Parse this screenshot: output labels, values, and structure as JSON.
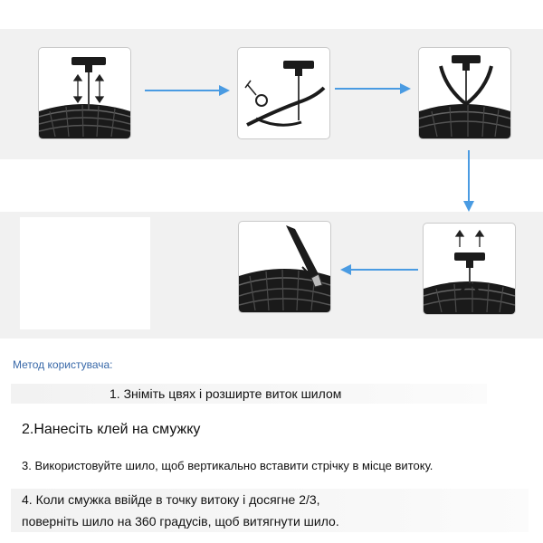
{
  "heading": "Метод користувача:",
  "steps": {
    "step1": "1. Зніміть цвях і розширте виток шилом",
    "step2": "2.Нанесіть клей на смужку",
    "step3": "3. Використовуйте шило, щоб вертикально вставити стрічку в місце витоку.",
    "step4_line1": "4. Коли смужка ввійде в точку витоку і досягне 2/3,",
    "step4_line2": "поверніть шило на 360 градусів, щоб витягнути шило."
  },
  "colors": {
    "arrow": "#4a9be2",
    "band": "#f1f1f1",
    "heading": "#3868a8"
  },
  "panels": [
    {
      "icon": "tire-ream-illustration-icon"
    },
    {
      "icon": "plug-glue-illustration-icon"
    },
    {
      "icon": "tire-insert-plug-illustration-icon"
    },
    {
      "icon": "tire-pull-tool-illustration-icon"
    },
    {
      "icon": "tire-cut-plug-illustration-icon"
    }
  ]
}
